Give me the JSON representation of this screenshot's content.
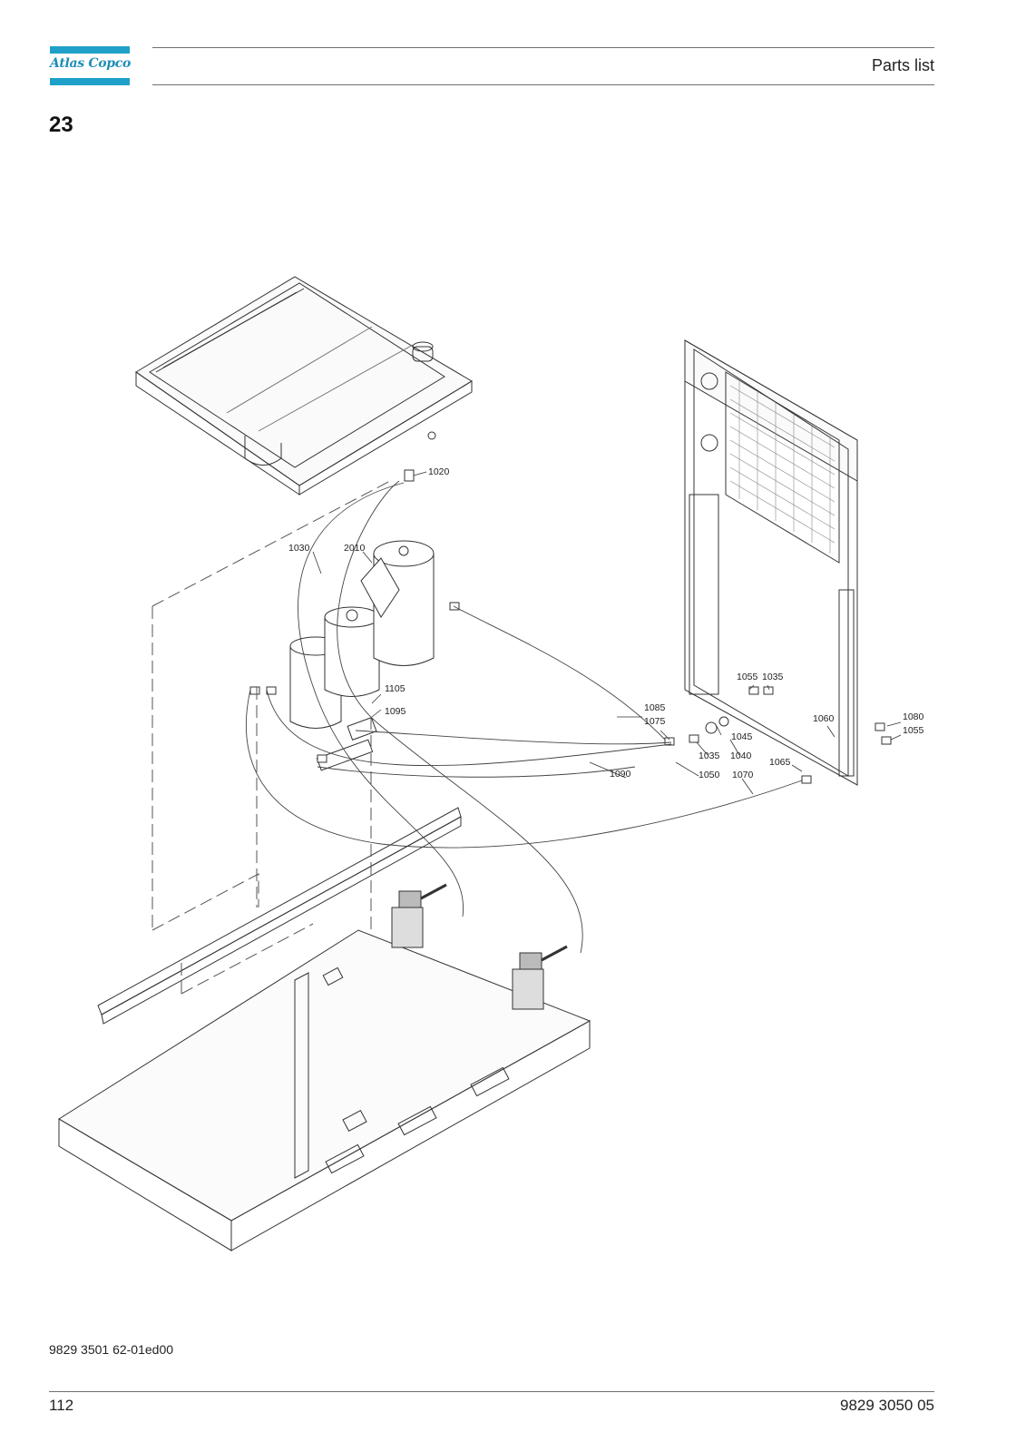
{
  "header": {
    "logo_text": "Atlas Copco",
    "title": "Parts list",
    "brand_color": "#1ea0c8"
  },
  "section_number": "23",
  "callouts": {
    "c1020": "1020",
    "c1030": "1030",
    "c2010": "2010",
    "c1105": "1105",
    "c1095": "1095",
    "c1085": "1085",
    "c1075": "1075",
    "c1090": "1090",
    "c1055a": "1055",
    "c1035a": "1035",
    "c1045": "1045",
    "c1035b": "1035",
    "c1040": "1040",
    "c1050": "1050",
    "c1070": "1070",
    "c1065": "1065",
    "c1060": "1060",
    "c1080": "1080",
    "c1055b": "1055"
  },
  "footer": {
    "doc_ref": "9829 3501 62-01ed00",
    "page_number": "112",
    "doc_code": "9829 3050 05"
  }
}
